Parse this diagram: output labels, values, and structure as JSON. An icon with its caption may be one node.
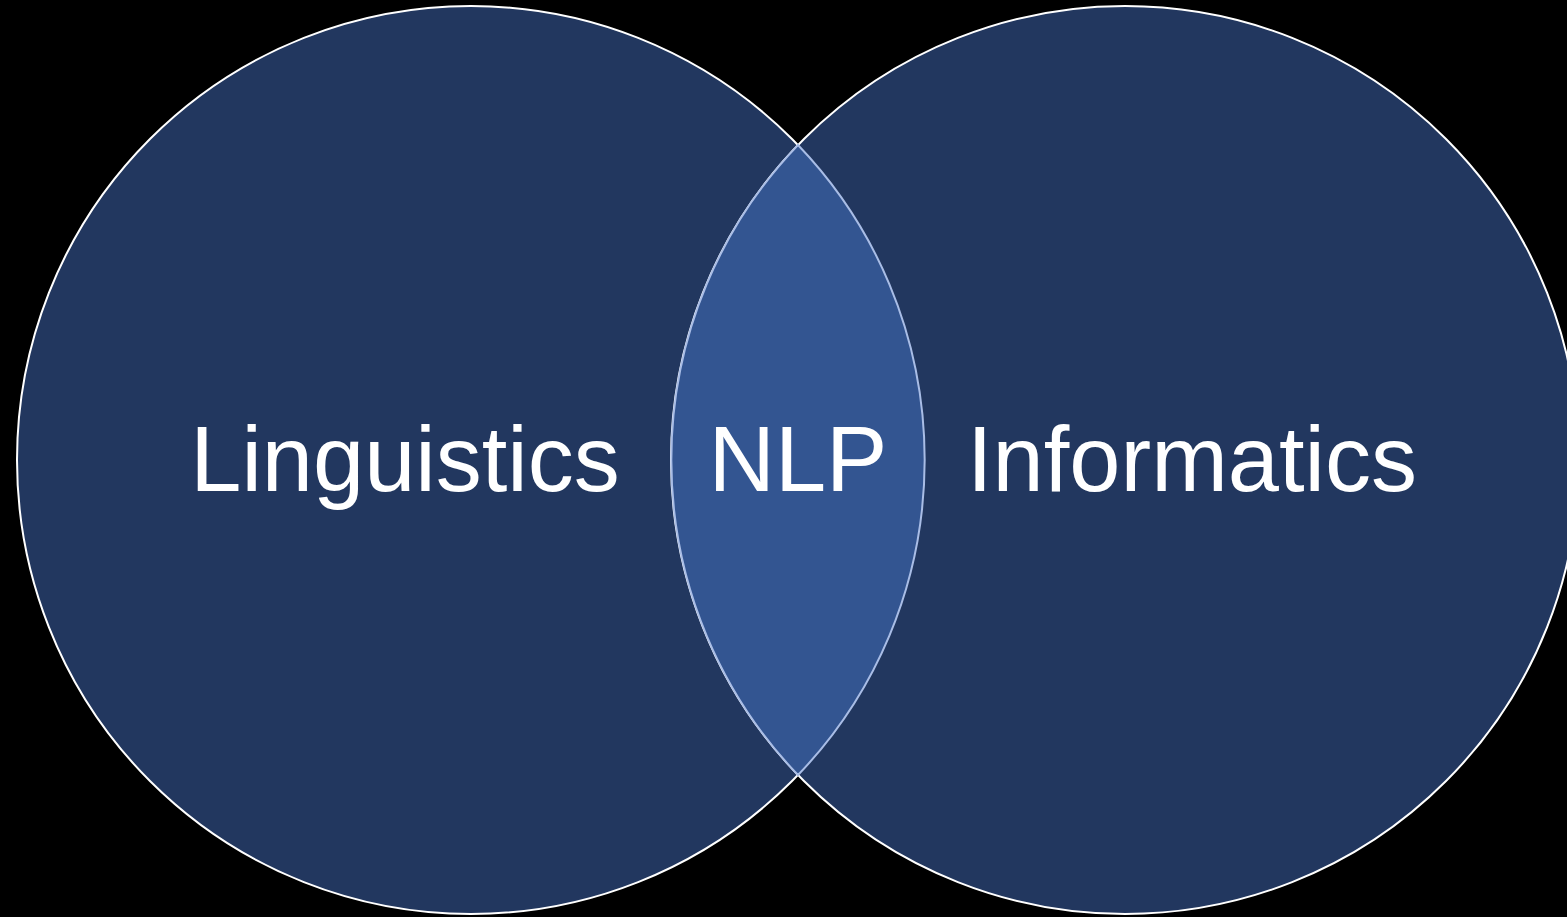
{
  "diagram": {
    "nodes": [
      {
        "text": [
          "Linguistics"
        ]
      },
      {
        "text": [
          "NLP"
        ]
      },
      {
        "text": [
          "Informatics"
        ]
      }
    ]
  }
}
